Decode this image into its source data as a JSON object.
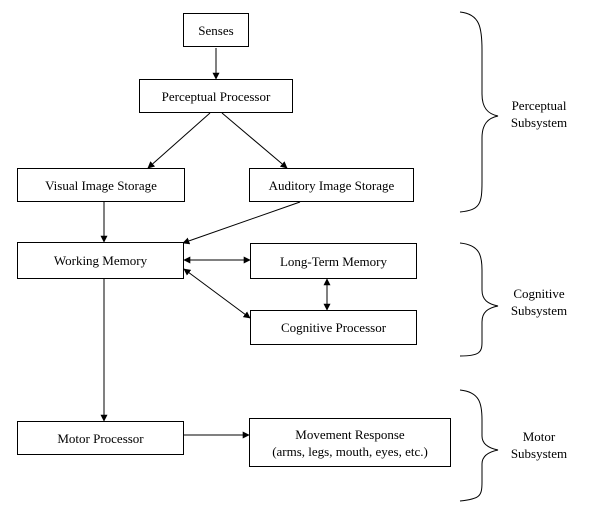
{
  "colors": {
    "stroke": "#000000",
    "background": "#ffffff"
  },
  "nodes": {
    "senses": "Senses",
    "perceptual_processor": "Perceptual Processor",
    "visual_image_storage": "Visual Image Storage",
    "auditory_image_storage": "Auditory Image Storage",
    "working_memory": "Working Memory",
    "long_term_memory": "Long-Term Memory",
    "cognitive_processor": "Cognitive Processor",
    "motor_processor": "Motor Processor",
    "movement_response": {
      "line1": "Movement Response",
      "line2": "(arms, legs, mouth, eyes, etc.)"
    }
  },
  "groups": {
    "perceptual": {
      "line1": "Perceptual",
      "line2": "Subsystem"
    },
    "cognitive": {
      "line1": "Cognitive",
      "line2": "Subsystem"
    },
    "motor": {
      "line1": "Motor",
      "line2": "Subsystem"
    }
  },
  "edges": [
    {
      "from": "senses",
      "to": "perceptual_processor",
      "direction": "forward"
    },
    {
      "from": "perceptual_processor",
      "to": "visual_image_storage",
      "direction": "forward"
    },
    {
      "from": "perceptual_processor",
      "to": "auditory_image_storage",
      "direction": "forward"
    },
    {
      "from": "visual_image_storage",
      "to": "working_memory",
      "direction": "forward"
    },
    {
      "from": "auditory_image_storage",
      "to": "working_memory",
      "direction": "forward"
    },
    {
      "from": "working_memory",
      "to": "long_term_memory",
      "direction": "both"
    },
    {
      "from": "working_memory",
      "to": "cognitive_processor",
      "direction": "both"
    },
    {
      "from": "long_term_memory",
      "to": "cognitive_processor",
      "direction": "both"
    },
    {
      "from": "working_memory",
      "to": "motor_processor",
      "direction": "forward"
    },
    {
      "from": "motor_processor",
      "to": "movement_response",
      "direction": "forward"
    }
  ]
}
